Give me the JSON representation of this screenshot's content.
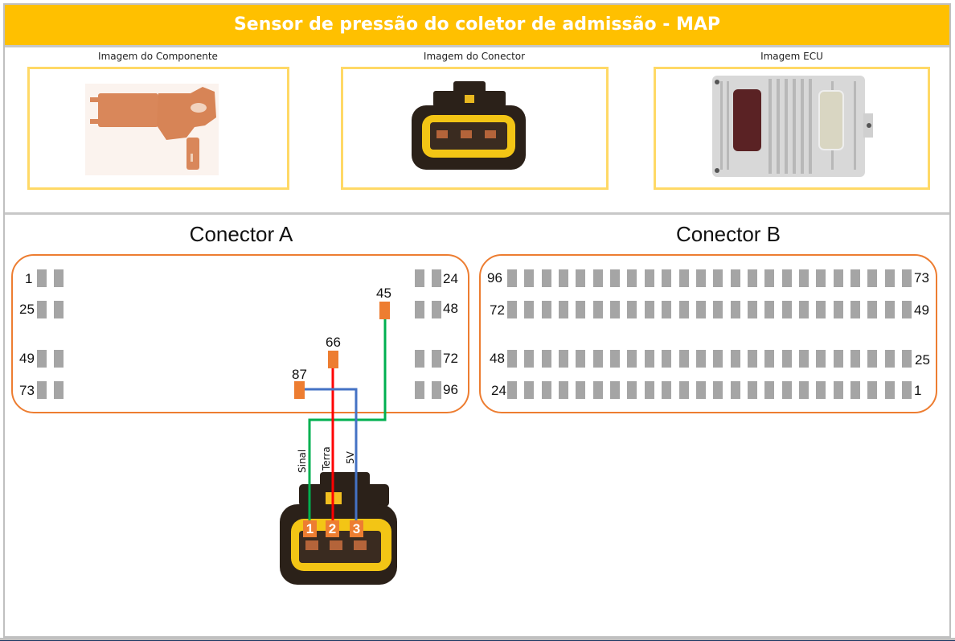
{
  "header": {
    "title": "Sensor de pressão do coletor de admissão - MAP",
    "color": "#ffc000"
  },
  "images": [
    {
      "label": "Imagem do Componente",
      "icon": "map-sensor-image"
    },
    {
      "label": "Imagem do Conector",
      "icon": "connector-image"
    },
    {
      "label": "Imagem ECU",
      "icon": "ecu-image"
    }
  ],
  "connector_a": {
    "title": "Conector A",
    "row_labels_left": [
      "1",
      "25",
      "49",
      "73"
    ],
    "row_labels_right": [
      "24",
      "48",
      "72",
      "96"
    ],
    "used_pins": [
      {
        "number": "45",
        "wire": "Sinal",
        "color": "#00b050"
      },
      {
        "number": "66",
        "wire": "Terra",
        "color": "#ff0000"
      },
      {
        "number": "87",
        "wire": "5V",
        "color": "#4472c4"
      }
    ]
  },
  "connector_b": {
    "title": "Conector B",
    "row_labels_left": [
      "96",
      "72",
      "48",
      "24"
    ],
    "row_labels_right": [
      "73",
      "49",
      "25",
      "1"
    ],
    "pins_per_row": 24
  },
  "sensor_connector": {
    "terminals": [
      {
        "number": "1",
        "wire_label": "Sinal",
        "color": "#00b050"
      },
      {
        "number": "2",
        "wire_label": "Terra",
        "color": "#ff0000"
      },
      {
        "number": "3",
        "wire_label": "5V",
        "color": "#4472c4"
      }
    ]
  },
  "colors": {
    "accent": "#ed7d31",
    "pin_gray": "#a5a5a5",
    "image_border": "#ffd966"
  }
}
